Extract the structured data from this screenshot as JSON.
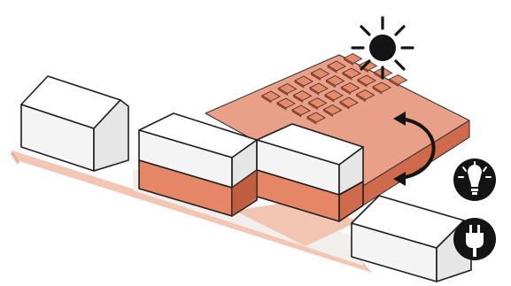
{
  "diagram": {
    "colors": {
      "brick_top": "#e9a088",
      "brick_front": "#e58666",
      "brick_side": "#cf6a4c",
      "brick_dark": "#b85436",
      "ground_strip": "#f3c5b3",
      "ground_shadow": "#ebe6e2",
      "white_top": "#ffffff",
      "white_front": "#f4f4f4",
      "white_side": "#e7e7e7",
      "ink": "#141414"
    },
    "elements": [
      {
        "name": "left-house",
        "description_icon": "house"
      },
      {
        "name": "u-shaped-building",
        "description_icon": "building"
      },
      {
        "name": "courtyard-roof",
        "description_icon": "flat-roof"
      },
      {
        "name": "solar-panel-array",
        "description_icon": "solar-panels",
        "panels": 24
      },
      {
        "name": "right-house",
        "description_icon": "house"
      },
      {
        "name": "sun-icon",
        "description_icon": "sun"
      },
      {
        "name": "exchange-arrows",
        "description_icon": "curved-double-arrow"
      },
      {
        "name": "light-bulb-icon",
        "description_icon": "light-bulb"
      },
      {
        "name": "power-plug-icon",
        "description_icon": "electric-plug"
      }
    ]
  }
}
